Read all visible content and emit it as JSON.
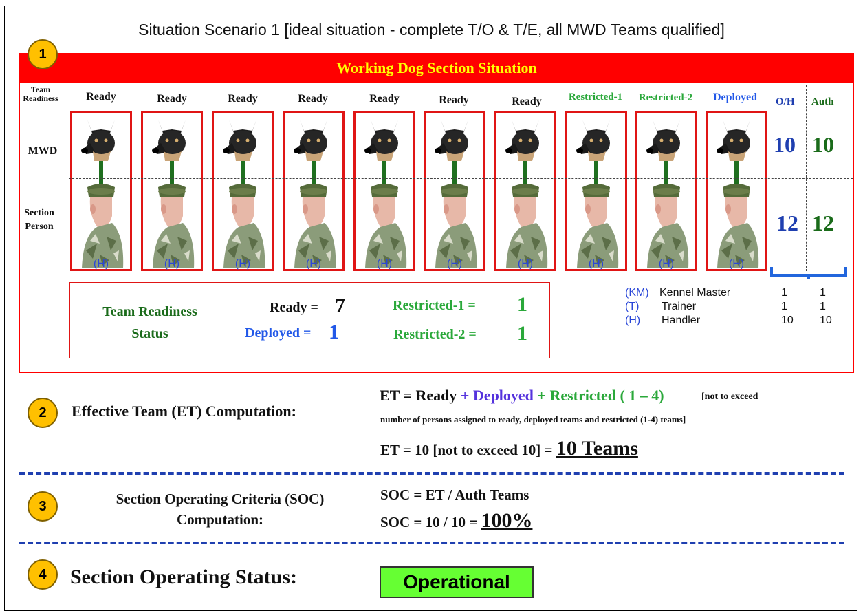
{
  "title": "Situation Scenario 1 [ideal situation - complete T/O & T/E, all MWD Teams qualified]",
  "step_numbers": [
    "1",
    "2",
    "3",
    "4"
  ],
  "banner": "Working Dog Section Situation",
  "row_labels": {
    "team_readiness": "Team Readiness",
    "mwd": "MWD",
    "section_person": "Section Person"
  },
  "teams": [
    {
      "status": "Ready",
      "role": "(H)"
    },
    {
      "status": "Ready",
      "role": "(H)"
    },
    {
      "status": "Ready",
      "role": "(H)"
    },
    {
      "status": "Ready",
      "role": "(H)"
    },
    {
      "status": "Ready",
      "role": "(H)"
    },
    {
      "status": "Ready",
      "role": "(H)"
    },
    {
      "status": "Ready",
      "role": "(H)"
    },
    {
      "status": "Restricted-1",
      "role": "(H)"
    },
    {
      "status": "Restricted-2",
      "role": "(H)"
    },
    {
      "status": "Deployed",
      "role": "(H)"
    }
  ],
  "status_colors": {
    "Ready": "#111111",
    "Restricted-1": "#2aa83a",
    "Restricted-2": "#2aa83a",
    "Deployed": "#2258e8"
  },
  "columns": {
    "oh": "O/H",
    "auth": "Auth"
  },
  "counts": {
    "mwd_oh": "10",
    "mwd_auth": "10",
    "person_oh": "12",
    "person_auth": "12"
  },
  "readiness_status": {
    "heading_line1": "Team Readiness",
    "heading_line2": "Status",
    "ready_label": "Ready =",
    "ready_value": "7",
    "deployed_label": "Deployed =",
    "deployed_value": "1",
    "restricted1_label": "Restricted-1 =",
    "restricted1_value": "1",
    "restricted2_label": "Restricted-2 =",
    "restricted2_value": "1"
  },
  "legend": [
    {
      "code": "(KM)",
      "name": "Kennel Master",
      "oh": "1",
      "auth": "1"
    },
    {
      "code": "(T)",
      "name": "Trainer",
      "oh": "1",
      "auth": "1"
    },
    {
      "code": "(H)",
      "name": "Handler",
      "oh": "10",
      "auth": "10"
    }
  ],
  "et": {
    "label": "Effective Team (ET) Computation:",
    "formula_prefix": "ET = Ready",
    "formula_plus1": " + ",
    "formula_deployed": "Deployed",
    "formula_plus2": " + ",
    "formula_restricted": "Restricted  ( 1 – 4)",
    "note_1": "[not to exceed",
    "note_2": "number of persons assigned to ready,  deployed teams and restricted (1-4) teams]",
    "result_prefix": "ET = 10 [not to exceed 10] = ",
    "result_value": "10 Teams"
  },
  "soc": {
    "label_line1": "Section Operating Criteria (SOC)",
    "label_line2": "Computation:",
    "formula": "SOC = ET / Auth Teams",
    "result_prefix": "SOC = 10 / 10 = ",
    "result_value": "100%"
  },
  "section_status": {
    "label": "Section Operating Status:",
    "value": "Operational"
  },
  "colors": {
    "banner": "#ff0000",
    "banner_text": "#FFFF00",
    "circle": "#FFC000",
    "operational": "#66ff33",
    "oh_blue": "#1f3fb0",
    "auth_green": "#1a6b1a"
  }
}
